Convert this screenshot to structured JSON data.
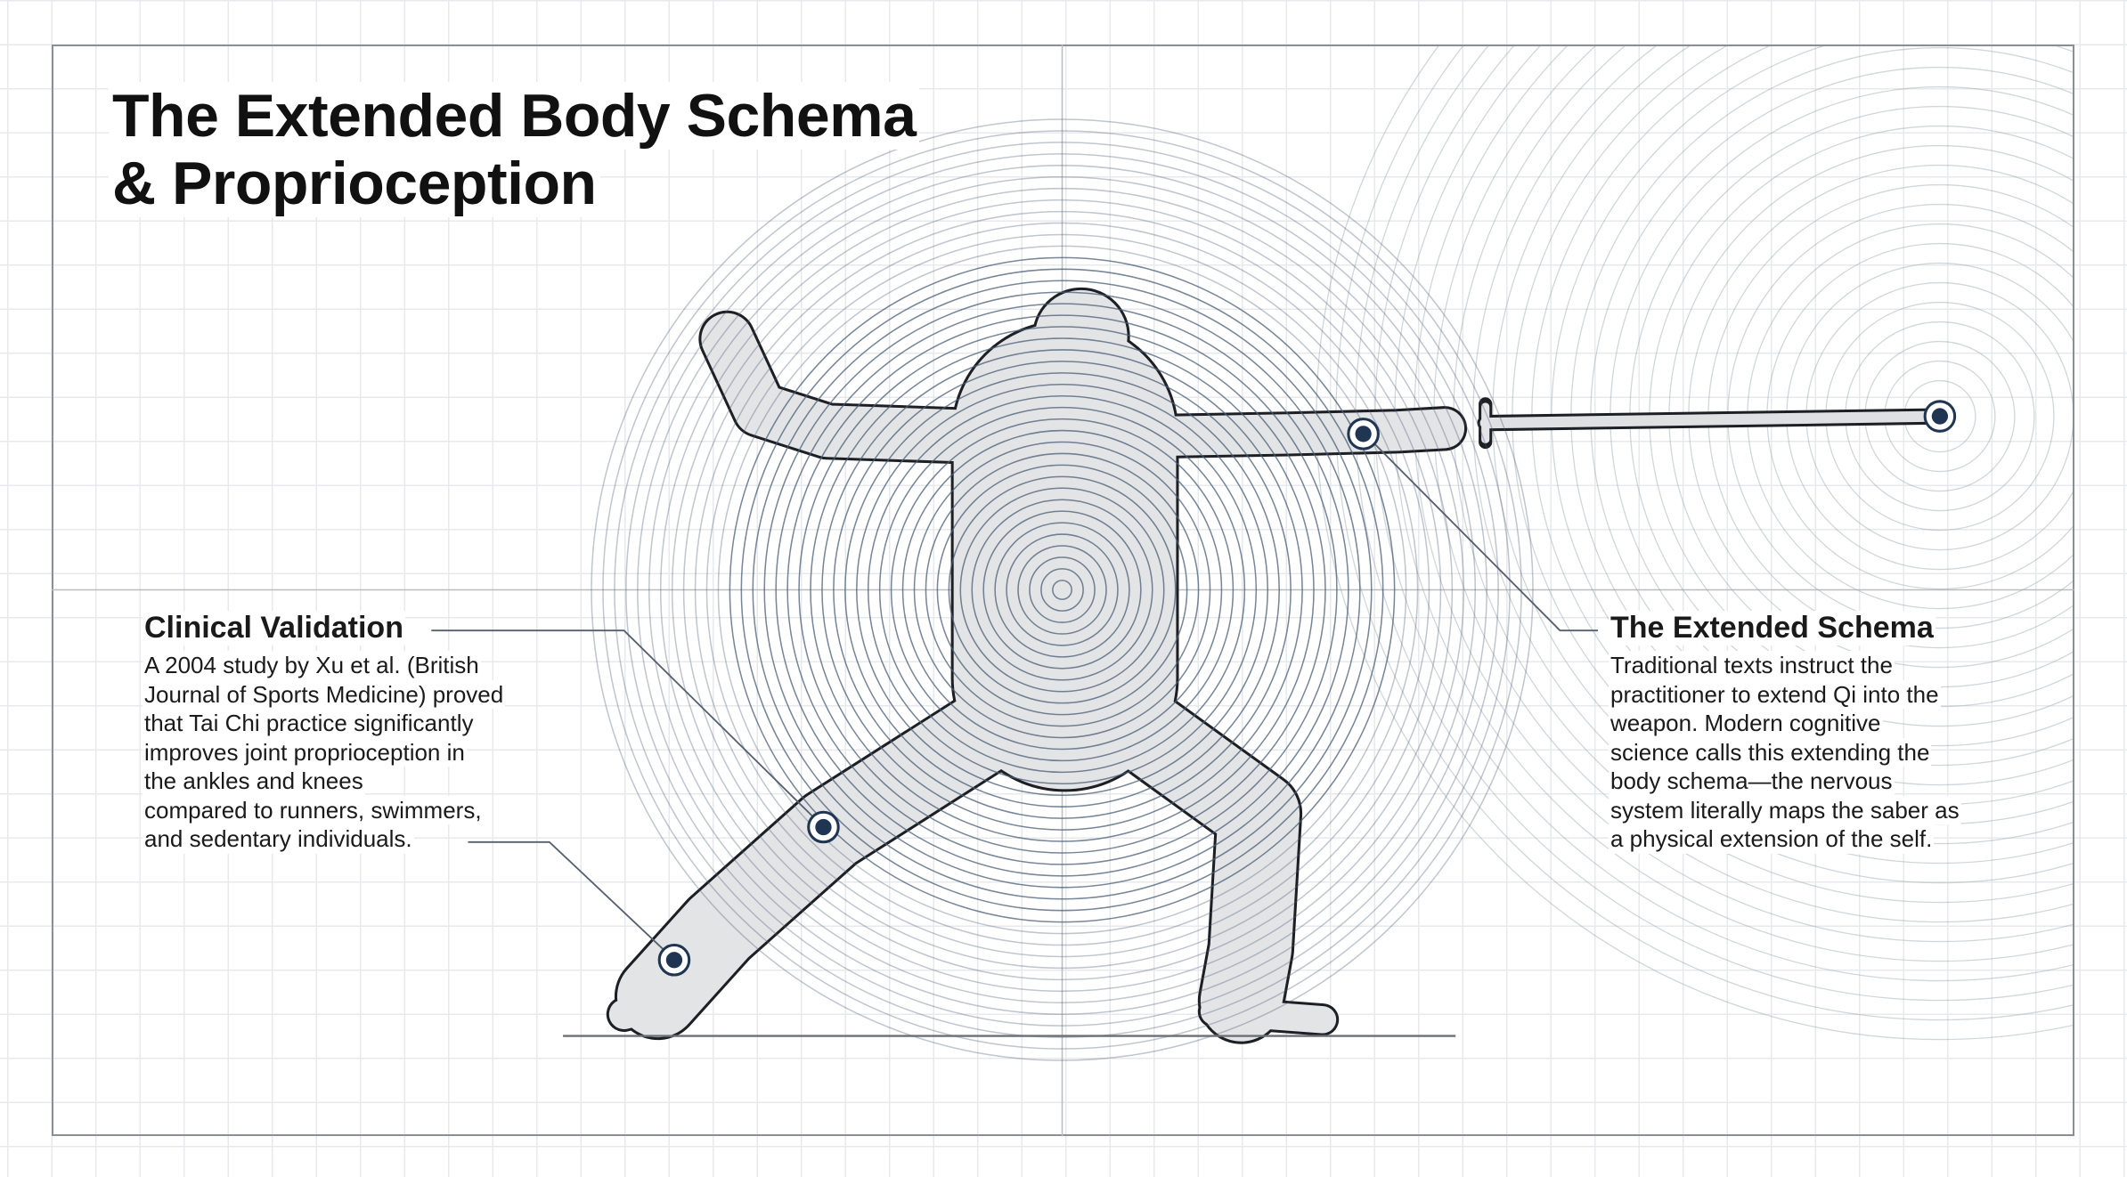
{
  "title": {
    "line1": "The Extended Body Schema",
    "line2": "& Proprioception"
  },
  "clinical": {
    "heading": "Clinical Validation",
    "lines": [
      "A 2004 study by Xu et al. (British",
      "Journal of Sports Medicine) proved",
      "that Tai Chi practice significantly",
      "improves joint proprioception in",
      "the ankles and knees",
      "compared to runners, swimmers,",
      "and sedentary individuals."
    ]
  },
  "extended": {
    "heading": "The Extended Schema",
    "lines": [
      "Traditional texts instruct the",
      "practitioner to extend Qi into the",
      "weapon. Modern cognitive",
      "science calls this extending the",
      "body schema—the nervous",
      "system literally maps the saber as",
      "a physical extension of the self."
    ]
  },
  "colors": {
    "accent": "#1f3552",
    "ring": "#4a5d75",
    "body": "#e3e4e6",
    "outline": "#1c1f24"
  }
}
